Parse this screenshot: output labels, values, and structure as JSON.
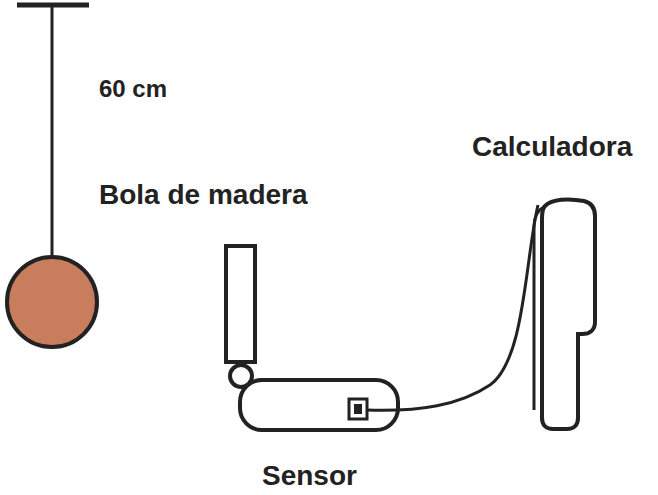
{
  "diagram": {
    "labels": [
      "60 cm",
      "Bola de madera",
      "Calculadora",
      "Sensor"
    ]
  }
}
